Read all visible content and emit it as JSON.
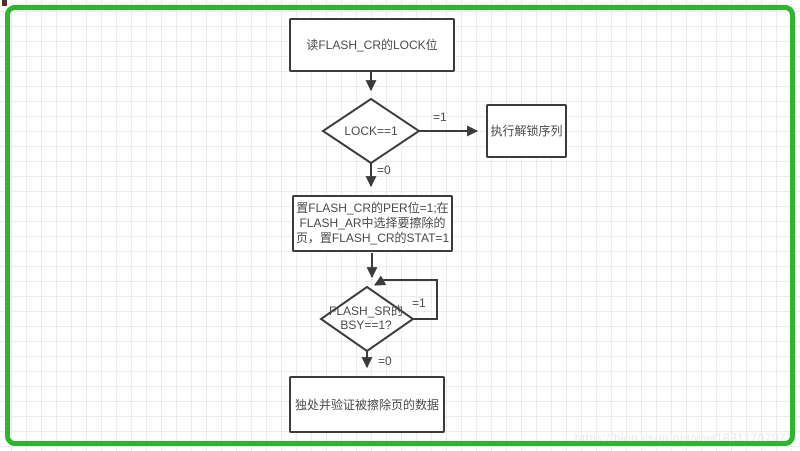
{
  "flowchart": {
    "nodes": {
      "read_lock": {
        "label": "读FLASH_CR的LOCK位"
      },
      "lock_check": {
        "label": "LOCK==1"
      },
      "unlock": {
        "label": "执行解锁序列"
      },
      "set_per": {
        "label": "置FLASH_CR的PER位=1;在\nFLASH_AR中选择要擦除的\n页，置FLASH_CR的STAT=1"
      },
      "busy_check": {
        "label": "FLASH_SR的\nBSY==1?"
      },
      "verify": {
        "label": "独处并验证被擦除页的数据"
      }
    },
    "edge_labels": {
      "lock_yes": "=1",
      "lock_no": "=0",
      "busy_yes": "=1",
      "busy_no": "=0"
    }
  },
  "watermark": "https://blog.csdn.net/wwt18811707971",
  "colors": {
    "frame_green": "#2db52d",
    "line": "#3b3b3b",
    "text": "#4a4a4a",
    "grid": "#ececec"
  }
}
